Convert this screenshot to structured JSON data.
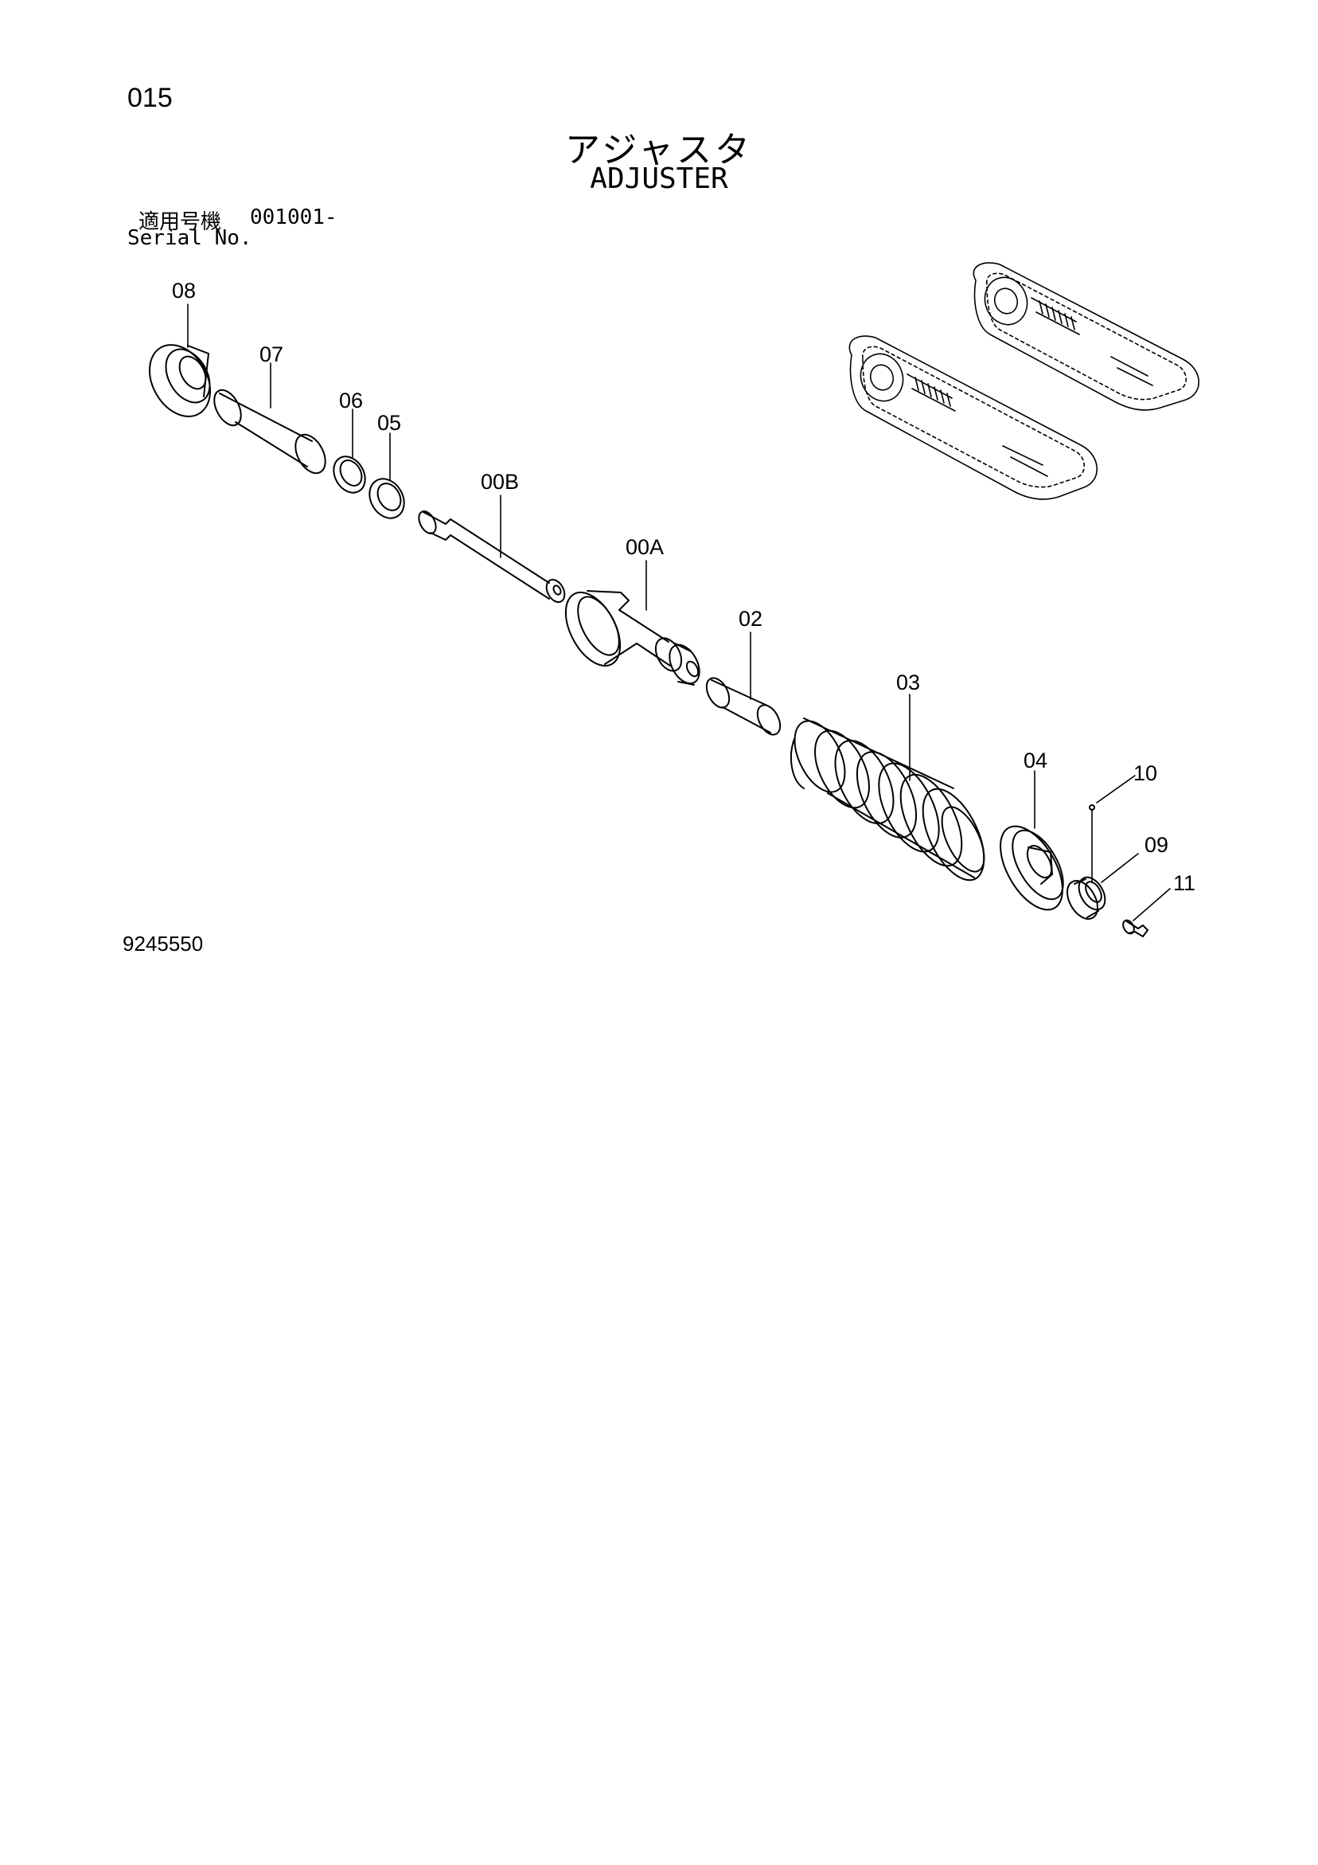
{
  "header": {
    "page_number": "015",
    "title_jp": "アジャスタ",
    "title_en": "ADJUSTER",
    "serial_label_jp": "適用号機",
    "serial_value": "001001-",
    "serial_label_en": "Serial No."
  },
  "callouts": [
    {
      "id": "08",
      "label": "08"
    },
    {
      "id": "07",
      "label": "07"
    },
    {
      "id": "06",
      "label": "06"
    },
    {
      "id": "05",
      "label": "05"
    },
    {
      "id": "00B",
      "label": "00B"
    },
    {
      "id": "00A",
      "label": "00A"
    },
    {
      "id": "02",
      "label": "02"
    },
    {
      "id": "03",
      "label": "03"
    },
    {
      "id": "04",
      "label": "04"
    },
    {
      "id": "10",
      "label": "10"
    },
    {
      "id": "09",
      "label": "09"
    },
    {
      "id": "11",
      "label": "11"
    }
  ],
  "footer": {
    "doc_number": "9245550"
  }
}
